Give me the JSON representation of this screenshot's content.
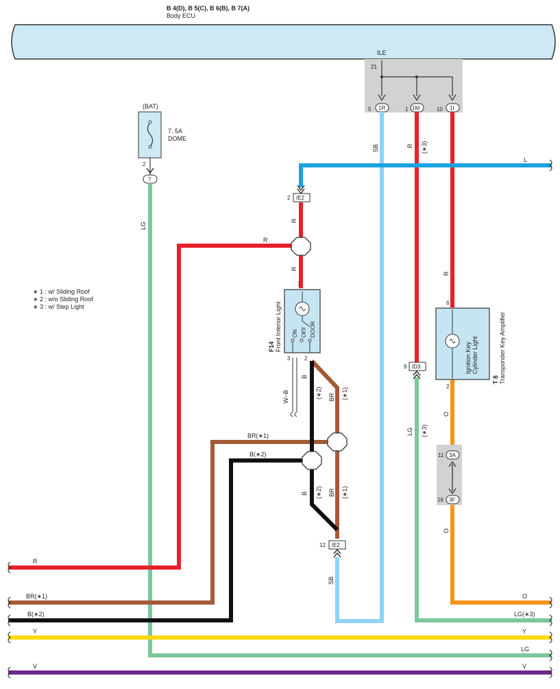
{
  "header": {
    "codes": "B 4(D), B 5(C), B 6(B), B 7(A)",
    "name": "Body ECU"
  },
  "junction_ile": {
    "name": "ILE",
    "pin_in": "21",
    "pins": [
      {
        "num": "5",
        "id": "1R"
      },
      {
        "num": "1",
        "id": "1M"
      },
      {
        "num": "10",
        "id": "1I"
      }
    ]
  },
  "fuse": {
    "bat": "(BAT)",
    "rating": "7. 5A",
    "name": "DOME",
    "pin": "2",
    "connector": "7"
  },
  "notes": [
    "∗ 1 : w/ Sliding Roof",
    "∗ 2 : w/o Sliding Roof",
    "∗ 3 : w/ Step Light"
  ],
  "f14": {
    "code": "F14",
    "name": "Front Interior Light",
    "pin1": "1",
    "pin2": "2",
    "pin3": "3",
    "sw_on": "ON",
    "sw_off": "OFF",
    "sw_door": "DOOR"
  },
  "t8": {
    "code": "T 8",
    "name": "Transponder Key Amplifier",
    "inner1": "Ignition Key",
    "inner2": "Cylinder Light",
    "pin6": "6",
    "pin2": "2"
  },
  "connectors": {
    "ie2_top": {
      "pin": "2",
      "id": "IE2"
    },
    "ie2_bottom": {
      "pin": "12",
      "id": "IE2"
    },
    "id3": {
      "pin": "9",
      "id": "ID3"
    },
    "j3a": {
      "pin": "11",
      "id": "3A"
    },
    "j3f": {
      "pin": "16",
      "id": "3F"
    }
  },
  "wire_labels": {
    "sb1": "SB",
    "r1": "R",
    "r1b": "(∗3)",
    "l": "L",
    "lg_fuse": "LG",
    "r_ie2": "R",
    "r_horiz": "R",
    "r_f14": "R",
    "r_t8": "R",
    "b_v1": "B",
    "b_v1b": "(∗2)",
    "br_v1": "BR",
    "br_v1b": "(∗1)",
    "br_h": "BR(∗1)",
    "b_h": "B(∗2)",
    "b_v2": "B",
    "b_v2b": "(∗2)",
    "br_v2": "BR",
    "br_v2b": "(∗1)",
    "wb": "W−B",
    "sb2": "SB",
    "lg_id3": "LG",
    "lg_id3b": "(∗3)",
    "o1": "O",
    "o2": "O"
  },
  "bottom_bus": {
    "r_left": "R",
    "br_left": "BR(∗1)",
    "b_left": "B(∗2)",
    "y_left": "Y",
    "v_left": "V",
    "o_right": "O",
    "lg3_right": "LG(∗3)",
    "y_right": "Y",
    "lg_right": "LG",
    "v_right": "V"
  },
  "colors": {
    "bus": "#cde9f4",
    "red": "#e8202a",
    "lightblue": "#8fd3f5",
    "blue": "#1aa3e0",
    "green": "#7cc79b",
    "brown": "#a45a36",
    "black": "#111111",
    "yellow": "#ffd800",
    "violet": "#6b2a8c",
    "orange": "#f5941d",
    "gray": "#d2d2d2",
    "comp": "#c6e5f3"
  }
}
